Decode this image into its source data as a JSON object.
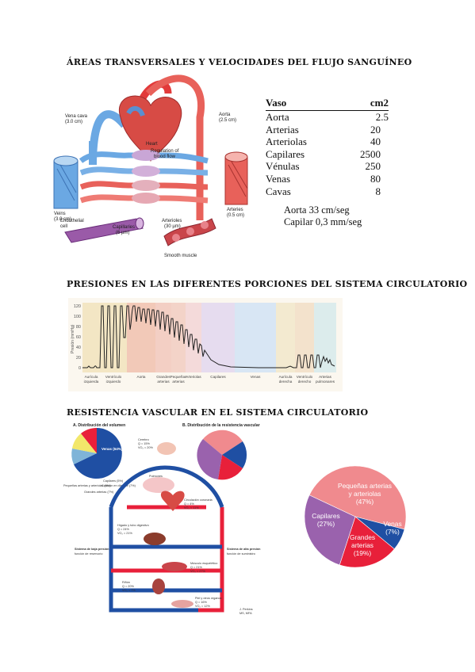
{
  "headings": {
    "areas": "ÁREAS TRANSVERSALES Y VELOCIDADES DEL FLUJO SANGUÍNEO",
    "pressures": "PRESIONES EN LAS DIFERENTES PORCIONES DEL SISTEMA CIRCULATORIO",
    "resistance": "RESISTENCIA VASCULAR EN EL SISTEMA CIRCULATORIO"
  },
  "area_table": {
    "col_vessel": "Vaso",
    "col_unit": "cm2",
    "rows": [
      {
        "vessel": "Aorta",
        "area": "2.5"
      },
      {
        "vessel": "Arterias",
        "area": "20"
      },
      {
        "vessel": "Arteriolas",
        "area": "40"
      },
      {
        "vessel": "Capilares",
        "area": "2500"
      },
      {
        "vessel": "Vénulas",
        "area": "250"
      },
      {
        "vessel": "Venas",
        "area": "80"
      },
      {
        "vessel": "Cavas",
        "area": "8"
      }
    ]
  },
  "velocities": {
    "aorta": "Aorta 33 cm/seg",
    "capilar": "Capilar 0,3 mm/seg"
  },
  "heart_diagram": {
    "vena_cava": "Vena cava",
    "vena_cava_size": "(3.0 cm)",
    "aorta": "Aorta",
    "aorta_size": "(2.5 cm)",
    "heart": "Heart",
    "regulation": "Regulation of",
    "regulation2": "blood flow",
    "veins": "Veins",
    "veins_size": "(3.0 cm)",
    "arteries": "Arteries",
    "arteries_size": "(0.5 cm)",
    "endothelial": "Endothelial",
    "endothelial2": "cell",
    "capillaries": "Capillaries",
    "capillaries_size": "(6 µm)",
    "arterioles": "Arterioles",
    "arterioles_size": "(30 µm)",
    "smooth_muscle": "Smooth muscle"
  },
  "pressure_chart": {
    "ylabel": "Presión (mmHg)",
    "yticks": [
      "120",
      "100",
      "80",
      "60",
      "40",
      "20",
      "0"
    ],
    "regions": [
      {
        "label1": "Aurícula",
        "label2": "izquierda",
        "color": "#f3e6c4"
      },
      {
        "label1": "Ventrículo",
        "label2": "izquierdo",
        "color": "#f3e6c4"
      },
      {
        "label1": "Aorta",
        "label2": "",
        "color": "#f2c9b8"
      },
      {
        "label1": "Grandes",
        "label2": "arterias",
        "color": "#f3cfc4"
      },
      {
        "label1": "Pequeñas",
        "label2": "arterias",
        "color": "#f3d3c8"
      },
      {
        "label1": "Arteriolas",
        "label2": "",
        "color": "#f4dada"
      },
      {
        "label1": "Capilares",
        "label2": "",
        "color": "#e6dcef"
      },
      {
        "label1": "Venas",
        "label2": "",
        "color": "#d8e6f4"
      },
      {
        "label1": "Aurícula",
        "label2": "derecha",
        "color": "#f3ead0"
      },
      {
        "label1": "Ventrículo",
        "label2": "derecho",
        "color": "#f3e2cc"
      },
      {
        "label1": "Arterias",
        "label2": "pulmonares",
        "color": "#dcecec"
      }
    ]
  },
  "resistance_figure": {
    "panel_a": "A. Distribución del volumen",
    "panel_b": "B. Distribución de la resistencia vascular",
    "venas_pct": "Venas (64%)",
    "pulmonary": "Pulmones",
    "capilares_pct": "Capilares (5%)",
    "corazon": "Corazón en diástole (7%)",
    "pequenas": "Pequeñas arterias y arteriolas (8%)",
    "grandes": "Grandes arterias (7%)",
    "cerebro": "Cerebro",
    "cerebro_q": "Q = 15%",
    "cerebro_vo2": "VO₂ = 20%",
    "pulmon": "Pulmones",
    "circ_coronaria": "Circulación coronaria",
    "coronaria_q": "Q = 4%",
    "coronaria_vo2": "VO₂ = 11%",
    "higado": "Hígado y tubo digestivo",
    "higado_q": "Q = 24%",
    "higado_vo2": "VO₂ = 21%",
    "baja_presion": "Sistema de baja presión",
    "baja_funcion": "función de reservorio",
    "alta_presion": "Sistema de alta presión",
    "alta_funcion": "función de suministro",
    "musculo": "Músculo esquelético",
    "musculo_q": "Q = 21%",
    "musculo_vo2": "VO₂ = 27%",
    "rinon": "Riñón",
    "rinon_q": "Q = 20%",
    "rinon_vo2": "VO₂ = 7%",
    "piel": "Piel y otros órganos",
    "piel_q": "Q = 16%",
    "piel_vo2": "VO₂ = 12%",
    "fuente": "J. Perkins",
    "fuente2": "MS, MFA"
  },
  "chart_data": {
    "type": "pie",
    "title": "",
    "categories": [
      "Pequeñas arterias y arteriolas",
      "Capilares",
      "Grandes arterias",
      "Venas"
    ],
    "labels": [
      "Pequeñas arterias\ny arteriolas\n(47%)",
      "Capilares\n(27%)",
      "Grandes\narterias\n(19%)",
      "Venas\n(7%)"
    ],
    "values": [
      47,
      27,
      19,
      7
    ],
    "colors": [
      "#f08a8e",
      "#9a62ad",
      "#e8203a",
      "#1f4fa3"
    ]
  },
  "pie_labels": {
    "small1": "Pequeñas arterias",
    "small2": "y arteriolas",
    "small3": "(47%)",
    "cap1": "Capilares",
    "cap2": "(27%)",
    "big1": "Grandes",
    "big2": "arterias",
    "big3": "(19%)",
    "venas1": "Venas",
    "venas2": "(7%)"
  }
}
